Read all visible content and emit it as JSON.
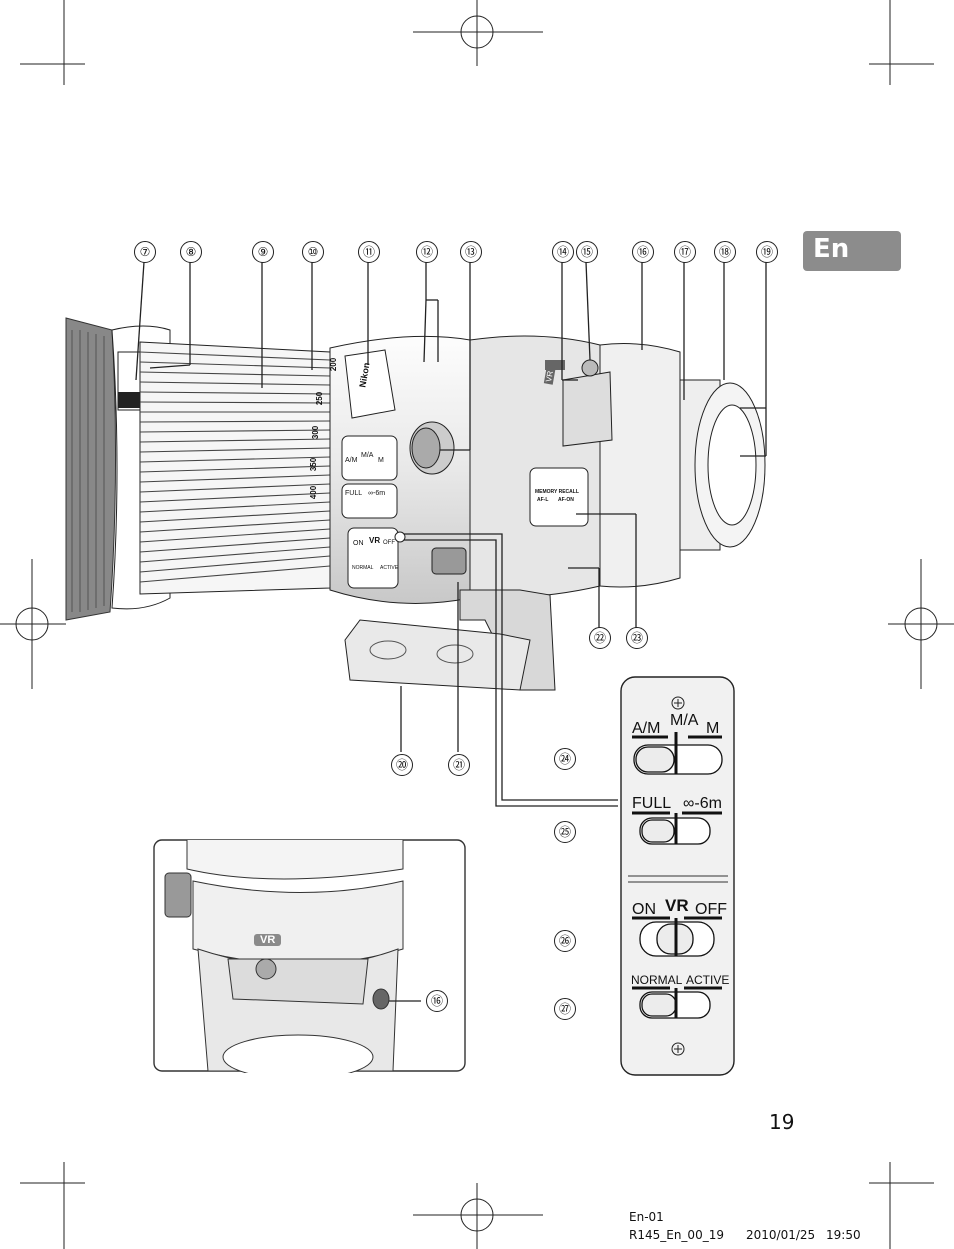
{
  "language_tab": "En",
  "callouts_top": [
    "⑦",
    "⑧",
    "⑨",
    "⑩",
    "⑪",
    "⑫",
    "⑬",
    "⑭",
    "⑮",
    "⑯",
    "⑰",
    "⑱",
    "⑲"
  ],
  "callouts_side": [
    "⑳",
    "㉑",
    "㉒",
    "㉓",
    "㉔",
    "㉕",
    "㉖",
    "㉗"
  ],
  "inset_callout": "⑯",
  "lens_markings": {
    "brand": "Nikon",
    "vr_badge": "VR",
    "focal_scale": [
      "200",
      "250",
      "300",
      "350",
      "400"
    ],
    "focus_mode": {
      "a_m": "A/M",
      "m_a": "M/A",
      "m": "M"
    },
    "limiter": {
      "full": "FULL",
      "range": "∞-6m"
    },
    "vr": {
      "on": "ON",
      "label": "VR",
      "off": "OFF"
    },
    "vr_mode": {
      "normal": "NORMAL",
      "active": "ACTIVE"
    },
    "memory": {
      "title": "MEMORY RECALL",
      "afl": "AF-L",
      "afon": "AF-ON"
    }
  },
  "switch_panel": {
    "focus_mode": {
      "a_m": "A/M",
      "m_a": "M/A",
      "m": "M"
    },
    "limiter": {
      "full": "FULL",
      "range": "∞-6m"
    },
    "vr": {
      "on": "ON",
      "label": "VR",
      "off": "OFF"
    },
    "vr_mode": {
      "normal": "NORMAL",
      "active": "ACTIVE"
    }
  },
  "inset": {
    "vr_badge": "VR"
  },
  "page_number": "19",
  "footer": {
    "code": "En-01",
    "file": "R145_En_00_19",
    "date": "2010/01/25",
    "time": "19:50"
  }
}
